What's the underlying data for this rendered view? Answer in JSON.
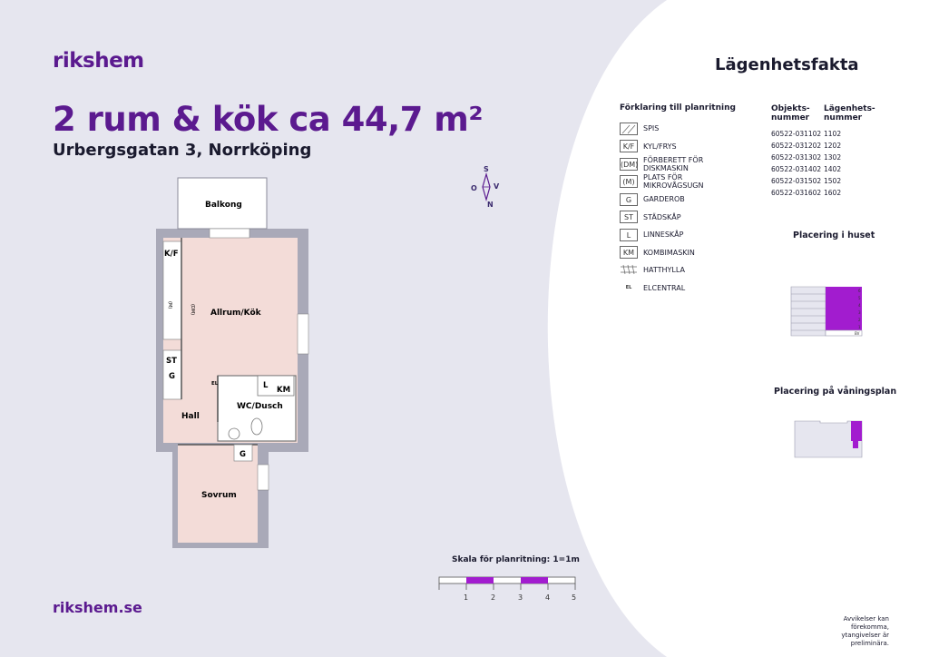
{
  "brand": {
    "logo": "rikshem",
    "website": "rikshem.se",
    "accent": "#5b1a8f"
  },
  "header": {
    "title": "2 rum & kök ca 44,7 m²",
    "address": "Urbergsgatan 3, Norrköping"
  },
  "compass": {
    "n": "N",
    "s": "S",
    "o": "O",
    "v": "V"
  },
  "plan": {
    "rooms": {
      "balkong": "Balkong",
      "allrum": "Allrum/Kök",
      "wc": "WC/Dusch",
      "hall": "Hall",
      "sovrum": "Sovrum"
    },
    "labels": {
      "kf": "K/F",
      "st": "ST",
      "g1": "G",
      "l": "L",
      "km": "KM",
      "el": "EL",
      "g2": "G",
      "dm": "(DM)",
      "m": "(M)"
    }
  },
  "facts": {
    "title": "Lägenhetsfakta"
  },
  "legend": {
    "title": "Förklaring till planritning",
    "items": [
      {
        "code": "",
        "label": "SPIS",
        "icon": "stove-icon"
      },
      {
        "code": "K/F",
        "label": "KYL/FRYS"
      },
      {
        "code": "(DM)",
        "label": "FÖRBERETT FÖR DISKMASKIN"
      },
      {
        "code": "(M)",
        "label": "PLATS FÖR MIKROVÅGSUGN"
      },
      {
        "code": "G",
        "label": "GARDEROB"
      },
      {
        "code": "ST",
        "label": "STÄDSKÅP"
      },
      {
        "code": "L",
        "label": "LINNESKÅP"
      },
      {
        "code": "KM",
        "label": "KOMBIMASKIN"
      },
      {
        "code": "",
        "label": "HATTHYLLA",
        "icon": "hat-shelf-icon"
      },
      {
        "code": "EL",
        "label": "ELCENTRAL"
      }
    ]
  },
  "objects": {
    "head1": "Objekts-",
    "head1b": "nummer",
    "head2": "Lägenhets-",
    "head2b": "nummer",
    "rows": [
      {
        "obj": "60522-031102",
        "apt": "1102"
      },
      {
        "obj": "60522-031202",
        "apt": "1202"
      },
      {
        "obj": "60522-031302",
        "apt": "1302"
      },
      {
        "obj": "60522-031402",
        "apt": "1402"
      },
      {
        "obj": "60522-031502",
        "apt": "1502"
      },
      {
        "obj": "60522-031602",
        "apt": "1602"
      }
    ]
  },
  "placement": {
    "house": "Placering i huset",
    "floor": "Placering på våningsplan",
    "floors": [
      "6",
      "5",
      "4",
      "3",
      "2",
      "1",
      "BV"
    ]
  },
  "scale": {
    "title": "Skala för planritning: 1=1m",
    "ticks": [
      "1",
      "2",
      "3",
      "4",
      "5"
    ]
  },
  "disclaimer": {
    "line1": "Avvikelser kan förekomma,",
    "line2": "ytangivelser är preliminära."
  }
}
